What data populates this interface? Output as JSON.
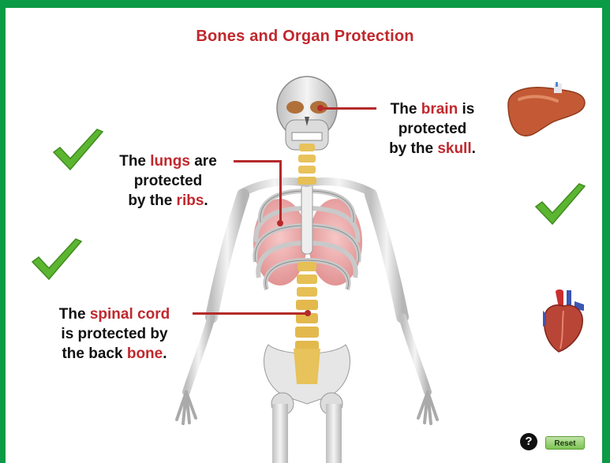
{
  "title": "Bones and Organ Protection",
  "labels": {
    "brain": {
      "l1a": "The ",
      "l1b": "brain",
      "l1c": " is",
      "l2": "protected",
      "l3a": "by the ",
      "l3b": "skull",
      "l3c": "."
    },
    "lungs": {
      "l1a": "The ",
      "l1b": "lungs",
      "l1c": " are",
      "l2": "protected",
      "l3a": "by the ",
      "l3b": "ribs",
      "l3c": "."
    },
    "spine": {
      "l1a": "The ",
      "l1b": "spinal cord",
      "l2": "is protected by",
      "l3a": "the back ",
      "l3b": "bone",
      "l3c": "."
    }
  },
  "buttons": {
    "help": "?",
    "reset": "Reset"
  },
  "icons": [
    "check-icon",
    "liver-icon",
    "heart-icon",
    "skeleton-illustration"
  ],
  "colors": {
    "frame": "#0b9a45",
    "accent": "#c0282d",
    "check": "#5cb531"
  }
}
